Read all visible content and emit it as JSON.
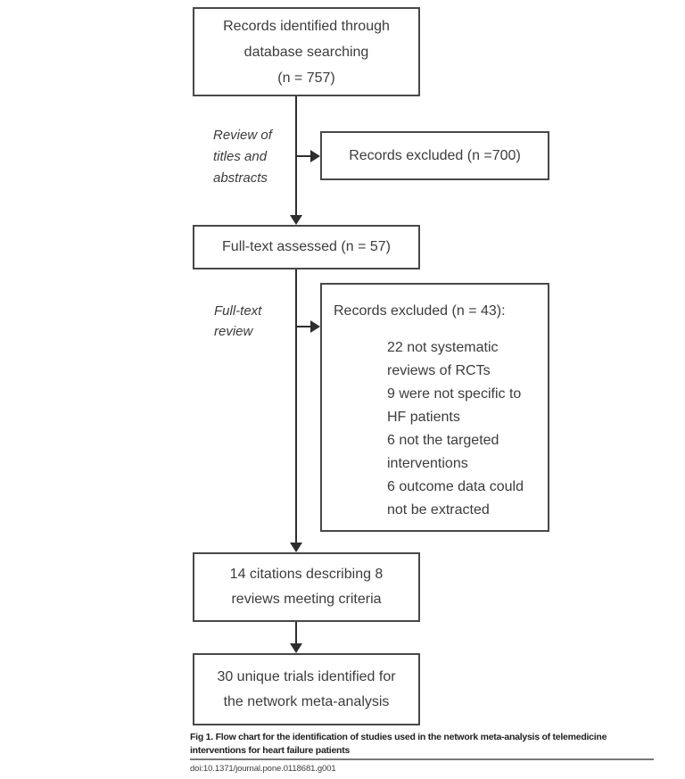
{
  "flowchart": {
    "boxes": [
      {
        "id": "records-identified",
        "lines": [
          "Records identified through",
          "database searching",
          "(n = 757)"
        ]
      },
      {
        "id": "records-excluded-titles",
        "lines": [
          "Records excluded (n =700)"
        ]
      },
      {
        "id": "fulltext-assessed",
        "lines": [
          "Full-text assessed (n = 57)"
        ]
      },
      {
        "id": "records-excluded-fulltext",
        "title": "Records excluded (n = 43):",
        "items": [
          [
            "22 not systematic",
            "reviews of RCTs"
          ],
          [
            "9 were not specific to",
            "HF patients"
          ],
          [
            "6 not the targeted",
            "interventions"
          ],
          [
            "6 outcome data could",
            "not be extracted"
          ]
        ]
      },
      {
        "id": "citations-meeting-criteria",
        "lines": [
          "14 citations describing 8",
          "reviews meeting criteria"
        ]
      },
      {
        "id": "unique-trials",
        "lines": [
          "30 unique trials identified for",
          "the network meta-analysis"
        ]
      }
    ],
    "labels": [
      {
        "id": "review-of-titles",
        "lines": [
          "Review of",
          "titles and",
          "abstracts"
        ]
      },
      {
        "id": "fulltext-review",
        "lines": [
          "Full-text",
          "review"
        ]
      }
    ]
  },
  "caption": {
    "lines": [
      "Fig 1. Flow chart for the identification of studies used in the network meta-analysis of telemedicine",
      "interventions for heart failure patients"
    ],
    "doi": "doi:10.1371/journal.pone.0118681.g001"
  },
  "colors": {
    "box_border": "#484848",
    "text": "#3c3c3c",
    "arrow": "#2e2e2e",
    "caption_rule": "#7a7a7a",
    "background": "#ffffff"
  }
}
